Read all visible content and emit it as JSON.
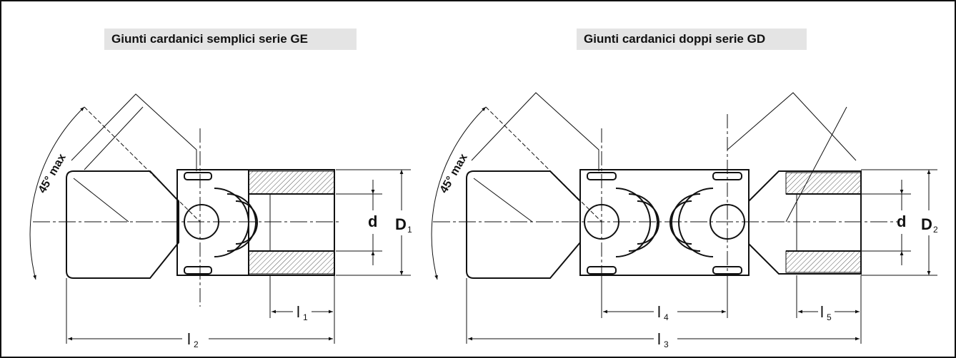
{
  "titles": {
    "ge": "Giunti cardanici semplici serie GE",
    "gd": "Giunti cardanici doppi serie GD"
  },
  "labels": {
    "angle_ge": "45° max",
    "angle_gd": "45° max",
    "d_ge": "d",
    "D1_main": "D",
    "D1_sub": "1",
    "l1_main": "l",
    "l1_sub": "1",
    "l2_main": "l",
    "l2_sub": "2",
    "d_gd": "d",
    "D2_main": "D",
    "D2_sub": "2",
    "l3_main": "l",
    "l3_sub": "3",
    "l4_main": "l",
    "l4_sub": "4",
    "l5_main": "l",
    "l5_sub": "5"
  }
}
